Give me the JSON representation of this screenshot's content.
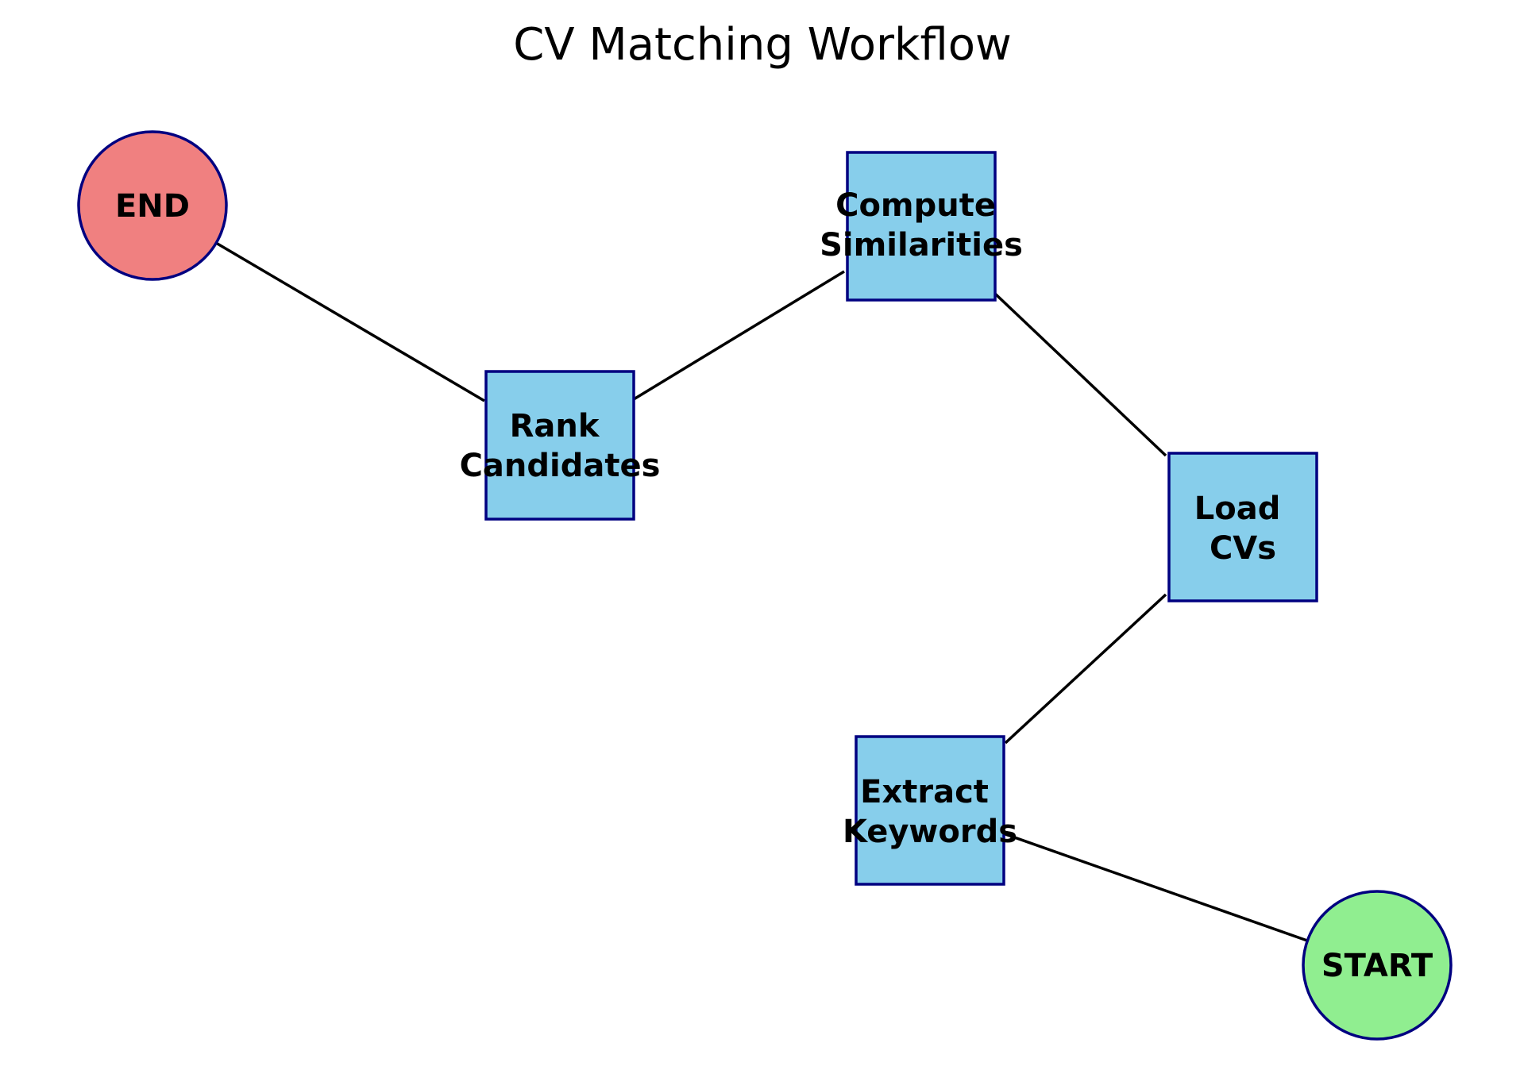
{
  "diagram": {
    "title": "CV Matching Workflow",
    "colors": {
      "start_fill": "#90EE90",
      "end_fill": "#F08080",
      "process_fill": "#87CEEB",
      "node_stroke": "#000080",
      "edge": "#000000"
    },
    "nodes": {
      "start": {
        "label_lines": [
          "START"
        ]
      },
      "extract": {
        "label_lines": [
          "Extract",
          "Keywords"
        ]
      },
      "load": {
        "label_lines": [
          "Load",
          "CVs"
        ]
      },
      "compute": {
        "label_lines": [
          "Compute",
          "Similarities"
        ]
      },
      "rank": {
        "label_lines": [
          "Rank",
          "Candidates"
        ]
      },
      "end": {
        "label_lines": [
          "END"
        ]
      }
    },
    "edges": [
      {
        "from": "start",
        "to": "extract"
      },
      {
        "from": "extract",
        "to": "load"
      },
      {
        "from": "load",
        "to": "compute"
      },
      {
        "from": "compute",
        "to": "rank"
      },
      {
        "from": "rank",
        "to": "end"
      }
    ]
  }
}
